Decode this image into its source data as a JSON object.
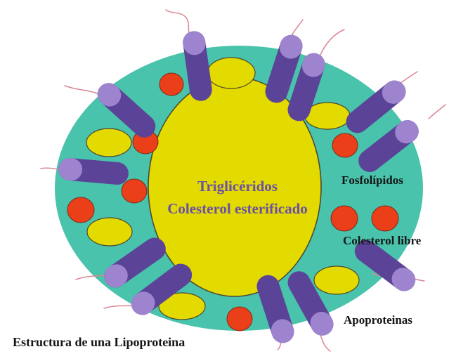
{
  "diagram": {
    "core_line_1": "Triglicéridos",
    "core_line_2": "Colesterol esterificado",
    "label_phospholipids": "Fosfolípidos",
    "label_free_cholesterol": "Colesterol libre",
    "label_apoproteins": "Apoproteinas",
    "caption": "Estructura de una Lipoproteina"
  },
  "colors": {
    "shell": "#49c3ab",
    "core": "#e3da00",
    "triglyceride": "#e3da00",
    "cholesterol": "#ea3f18",
    "phospholipid_body": "#5b4398",
    "phospholipid_head": "#9e83ce",
    "tail": "#d98792"
  }
}
